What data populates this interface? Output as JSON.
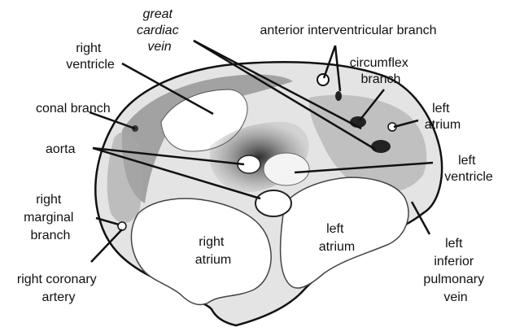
{
  "colors": {
    "ink": "#111111",
    "tissue": "#d9d9d9",
    "shade": "#9a9a9a",
    "dark": "#3a3a3a",
    "background": "#ffffff"
  },
  "labels": {
    "great_cardiac_vein": [
      "great",
      "cardiac",
      "vein"
    ],
    "anterior_interventricular_branch": [
      "anterior interventricular branch"
    ],
    "right_ventricle": [
      "right",
      "ventricle"
    ],
    "circumflex_branch": [
      "circumflex",
      "branch"
    ],
    "conal_branch": [
      "conal branch"
    ],
    "left_atrium_top": [
      "left",
      "atrium"
    ],
    "aorta": [
      "aorta"
    ],
    "left_ventricle": [
      "left",
      "ventricle"
    ],
    "right_marginal_branch": [
      "right",
      "marginal",
      "branch"
    ],
    "left_atrium_center": [
      "left",
      "atrium"
    ],
    "right_atrium": [
      "right",
      "atrium"
    ],
    "right_coronary_artery": [
      "right coronary",
      "artery"
    ],
    "left_inferior_pulmonary_vein": [
      "left",
      "inferior",
      "pulmonary",
      "vein"
    ]
  }
}
